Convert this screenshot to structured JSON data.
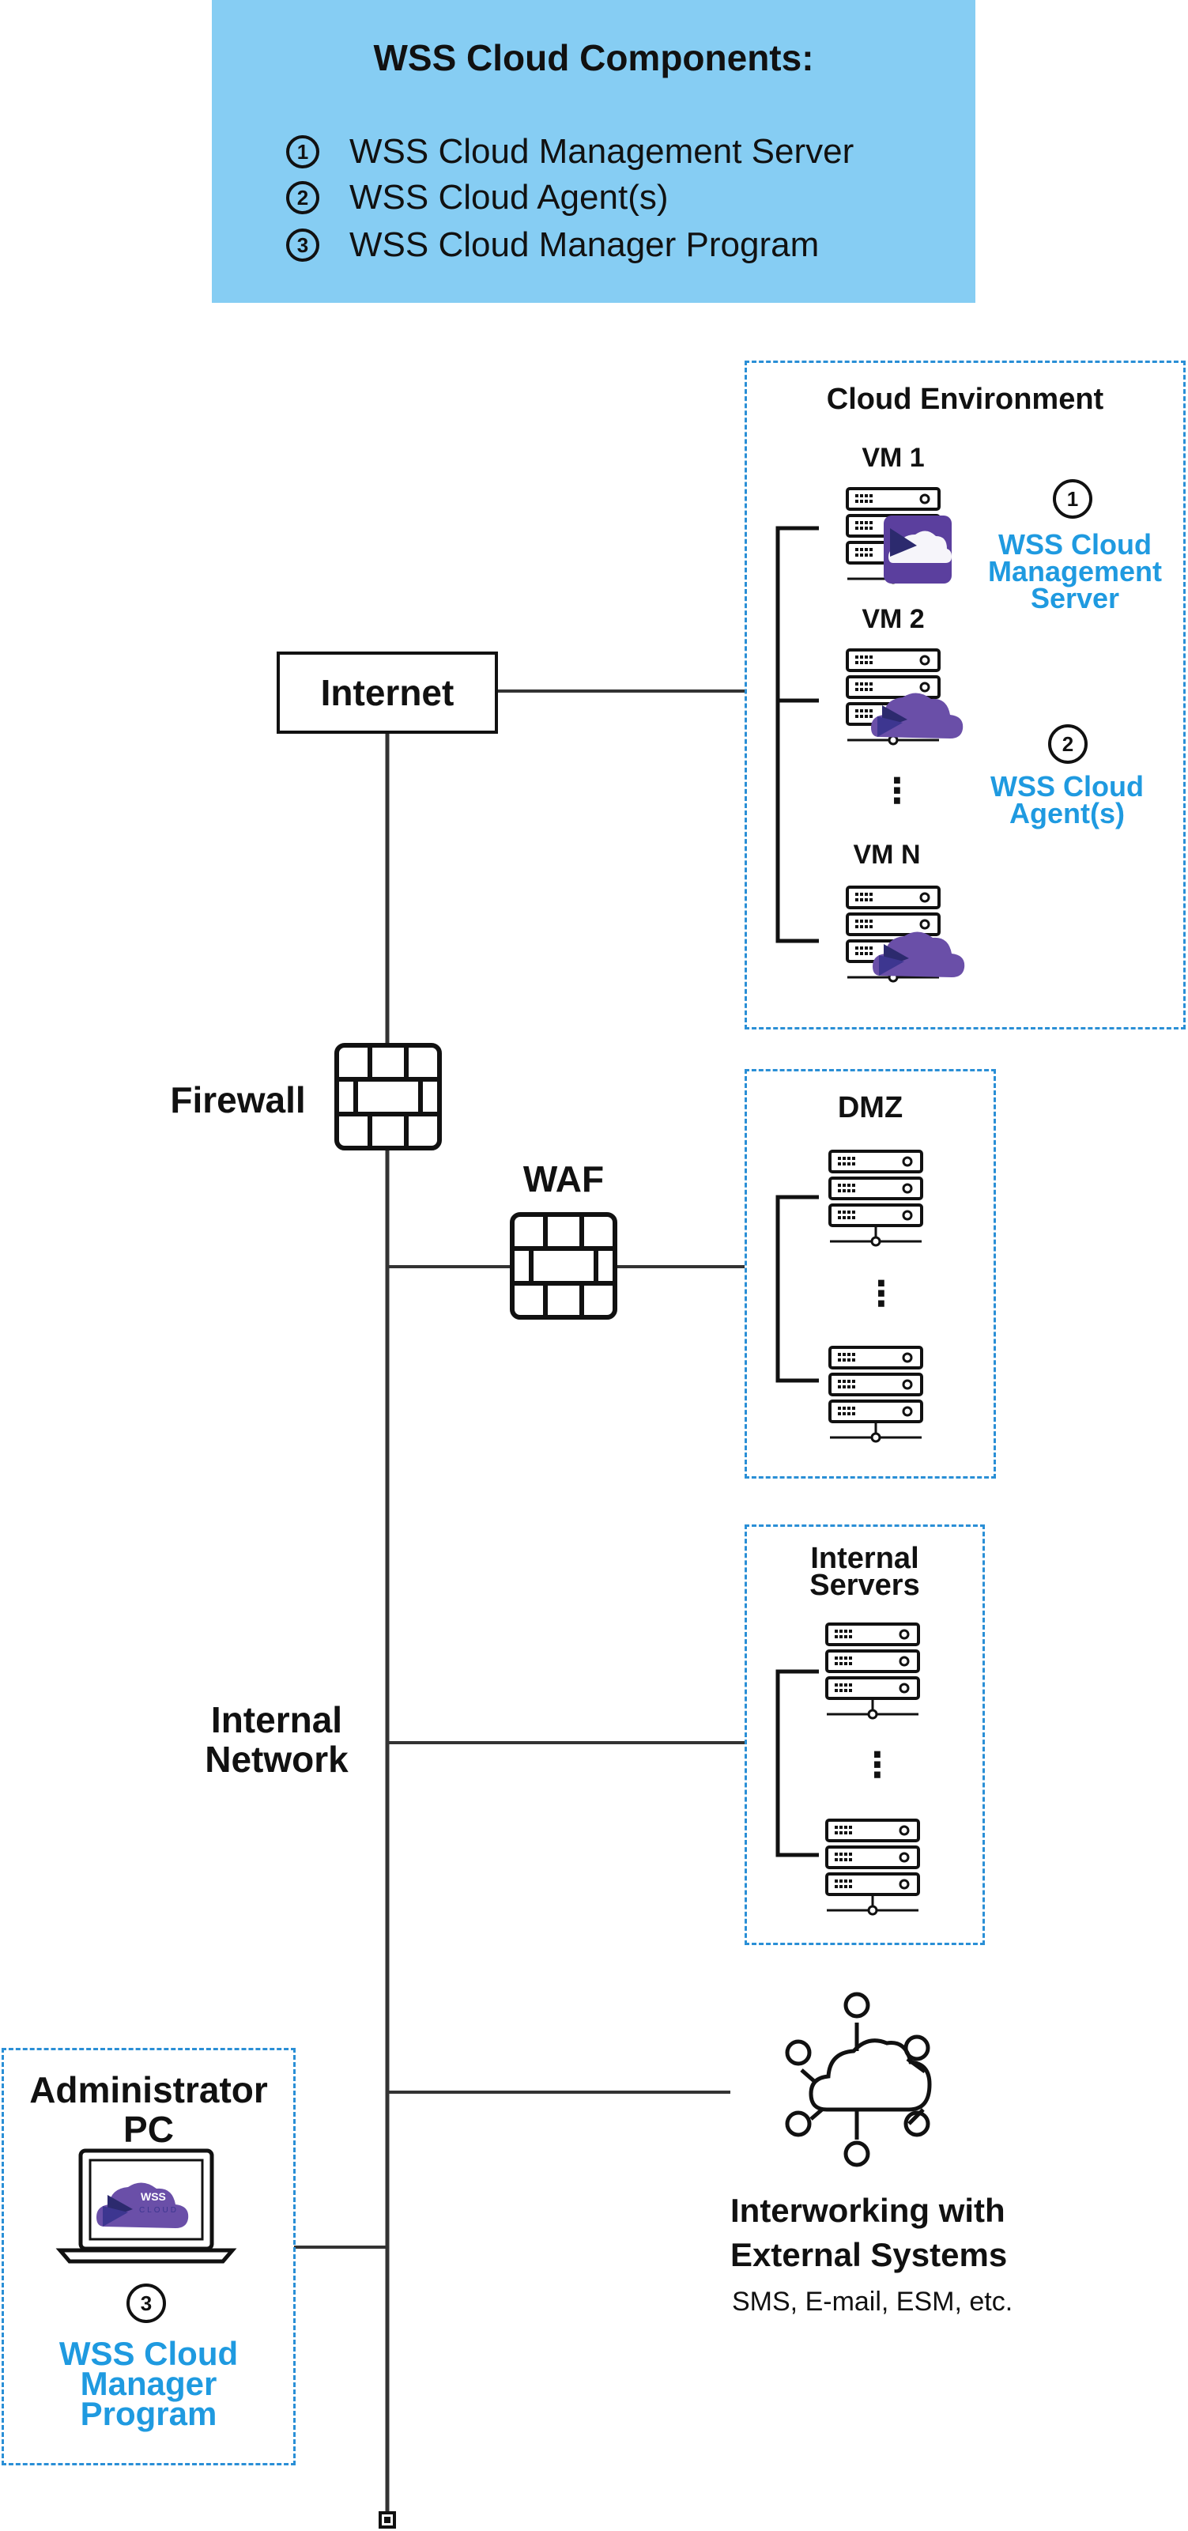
{
  "legend": {
    "title": "WSS Cloud Components:",
    "items": [
      {
        "num": "1",
        "label": "WSS Cloud Management Server"
      },
      {
        "num": "2",
        "label": "WSS Cloud Agent(s)"
      },
      {
        "num": "3",
        "label": "WSS Cloud Manager Program"
      }
    ]
  },
  "internet": {
    "label": "Internet"
  },
  "cloud": {
    "title": "Cloud Environment",
    "vms": [
      "VM 1",
      "VM 2",
      "VM N"
    ],
    "dots": "⋮",
    "mgmt_num": "1",
    "mgmt_label_lines": [
      "WSS Cloud",
      "Management",
      "Server"
    ],
    "agent_num": "2",
    "agent_label_lines": [
      "WSS Cloud",
      "Agent(s)"
    ]
  },
  "firewall": {
    "label": "Firewall"
  },
  "waf": {
    "label": "WAF"
  },
  "dmz": {
    "title": "DMZ",
    "dots": "⋮"
  },
  "internal_servers": {
    "title_lines": [
      "Internal",
      "Servers"
    ],
    "dots": "⋮"
  },
  "internal_network": {
    "label_lines": [
      "Internal",
      "Network"
    ]
  },
  "admin": {
    "title_lines": [
      "Administrator",
      "PC"
    ],
    "num": "3",
    "label_lines": [
      "WSS Cloud",
      "Manager",
      "Program"
    ],
    "screen_logo": "WSS",
    "screen_logo_sub": "CLOUD"
  },
  "external": {
    "title_lines": [
      "Interworking with",
      "External Systems"
    ],
    "subtitle": "SMS, E-mail, ESM, etc."
  },
  "colors": {
    "legend_bg": "#86cdf3",
    "accent_blue": "#1f9ae0",
    "zone_border": "#2a8fd6",
    "purple": "#6a4fa8"
  }
}
